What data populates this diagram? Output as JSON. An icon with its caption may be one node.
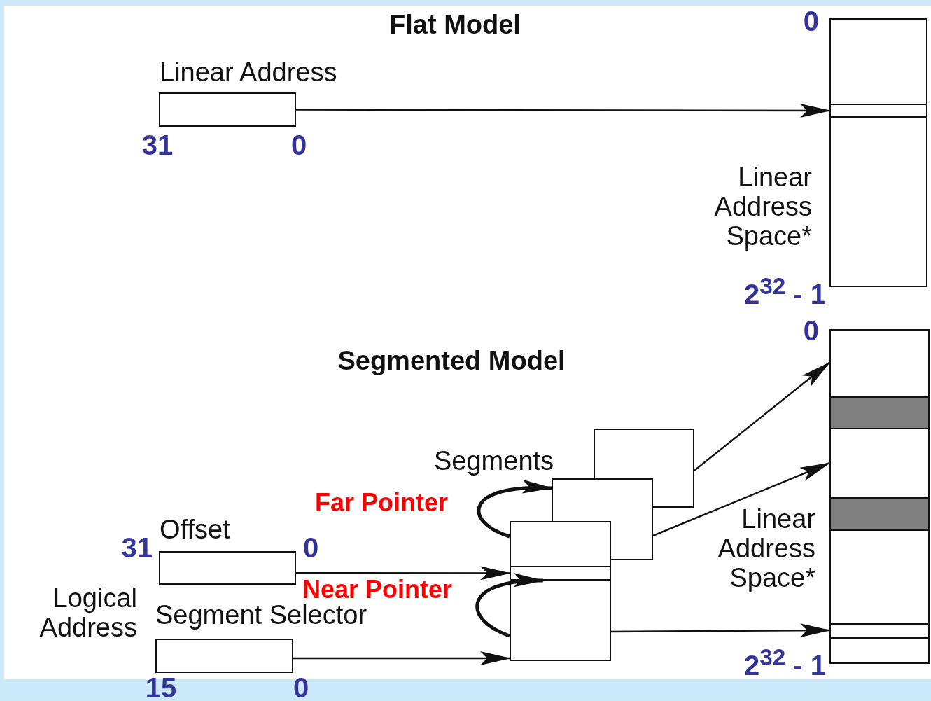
{
  "diagram": {
    "nodes": [
      {
        "text": [
          "Linear Address"
        ],
        "beside": [
          "31",
          "0"
        ]
      },
      {
        "text": [
          "Linear Address Space*"
        ],
        "beside": [
          "0",
          "2$^{32}$ - 1"
        ]
      },
      {
        "text": [],
        "shape": "box",
        "in": 1
      },
      {
        "text": [
          "Offset"
        ],
        "beside": [
          "31",
          "0"
        ]
      },
      {
        "text": [
          "Segment Selector"
        ],
        "beside": [
          "15",
          "0"
        ]
      },
      {
        "text": [],
        "shape": "box"
      },
      {
        "text": [],
        "shape": "box"
      },
      {
        "text": [],
        "shape": "box"
      },
      {
        "text": [],
        "shape": "box",
        "in": 7
      },
      {
        "text": [
          "Linear Address Space*"
        ],
        "beside": [
          "0",
          "2$^{32}$ - 1"
        ]
      },
      {
        "text": [],
        "shape": "bar",
        "in": 9
      },
      {
        "text": [],
        "shape": "bar",
        "in": 9
      },
      {
        "text": [],
        "shape": "box",
        "in": 9
      }
    ],
    "edges": [
      {
        "from": 0,
        "to": 2,
        "arrow": "to"
      },
      {
        "from": 3,
        "to": 8,
        "arrow": "to"
      },
      {
        "from": 4,
        "to": 7,
        "arrow": "to"
      },
      {
        "from": 5,
        "to": 9,
        "arrow": "to"
      },
      {
        "from": 6,
        "to": 9,
        "arrow": "to"
      },
      {
        "from": 7,
        "to": 12,
        "arrow": "to"
      },
      {
        "from": 7,
        "to": 6,
        "arrow": "to",
        "label": "Far Pointer",
        "style": "thick"
      },
      {
        "from": 7,
        "to": 8,
        "arrow": "to",
        "label": "Near Pointer",
        "style": "thick"
      }
    ],
    "labels": [
      "Flat Model",
      "Segmented Model",
      "Segments",
      "Logical Address"
    ]
  }
}
